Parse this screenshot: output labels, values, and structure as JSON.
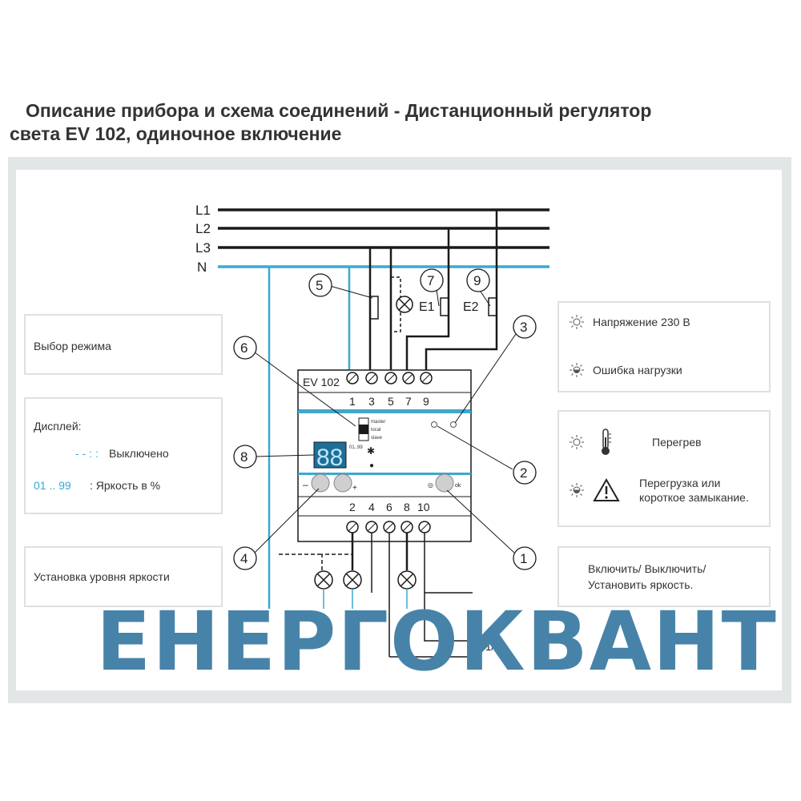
{
  "title": {
    "line1": "Описание прибора и схема соединений - Дистанционный регулятор",
    "line2": "света EV 102, одиночное включение"
  },
  "diagram": {
    "lines": [
      "L1",
      "L2",
      "L3",
      "N"
    ],
    "device_label": "EV 102",
    "top_terminals": [
      "1",
      "3",
      "5",
      "7",
      "9"
    ],
    "bottom_terminals": [
      "2",
      "4",
      "6",
      "8",
      "10"
    ],
    "switch_labels": [
      "E1",
      "E2"
    ],
    "callouts": [
      "1",
      "2",
      "3",
      "4",
      "5",
      "6",
      "7",
      "8",
      "9"
    ],
    "display_value": "88",
    "selector_labels": [
      "master",
      "local",
      "slave"
    ],
    "ratio_label": "1/10"
  },
  "panels": {
    "mode": "Выбор режима",
    "display_title": "Дисплей:",
    "display_off_code": "- - : :",
    "display_off_label": "Выключено",
    "display_range": "01 .. 99",
    "display_range_label": ": Яркость в %",
    "brightness": "Установка уровня яркости",
    "voltage": "Напряжение 230 В",
    "load_error": "Ошибка нагрузки",
    "overheat": "Перегрев",
    "overload": "Перегрузка или короткое замыкание.",
    "on_off_line1": "Включить/ Выключить/",
    "on_off_line2": "Установить яркость."
  },
  "watermark": "ЕНЕРГОКВАНТ",
  "colors": {
    "accent": "#3aa9cf",
    "panel_border": "#dde1e2",
    "frame": "#e3e6e7",
    "watermark": "#4783a9",
    "wire": "#1a1a1a"
  }
}
